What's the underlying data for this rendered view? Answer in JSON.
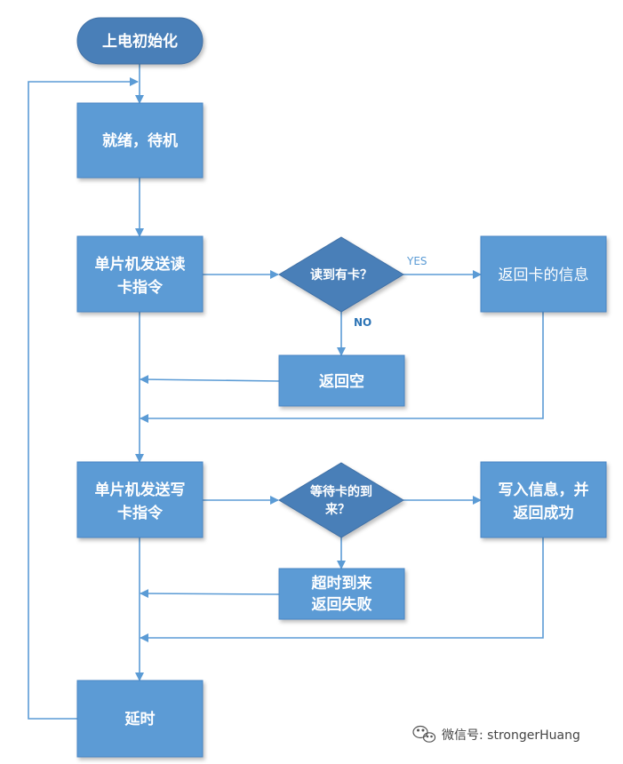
{
  "nodes": {
    "start": "上电初始化",
    "ready": "就绪，待机",
    "send_read_l1": "单片机发送读",
    "send_read_l2": "卡指令",
    "has_card": "读到有卡？",
    "return_info": "返回卡的信息",
    "return_empty": "返回空",
    "send_write_l1": "单片机发送写",
    "send_write_l2": "卡指令",
    "wait_card_l1": "等待卡的到",
    "wait_card_l2": "来？",
    "write_info_l1": "写入信息，并",
    "write_info_l2": "返回成功",
    "timeout_l1": "超时到来",
    "timeout_l2": "返回失败",
    "delay": "延时"
  },
  "edge_labels": {
    "yes": "YES",
    "no": "NO"
  },
  "watermark": {
    "text": "微信号: strongerHuang",
    "icon": "wechat-icon"
  },
  "colors": {
    "box_fill": "#5b9bd5",
    "box_stroke": "#4a86c5",
    "start_fill": "#4a7fb8",
    "diamond_fill": "#4a7fb8",
    "arrow": "#5b9bd5"
  }
}
